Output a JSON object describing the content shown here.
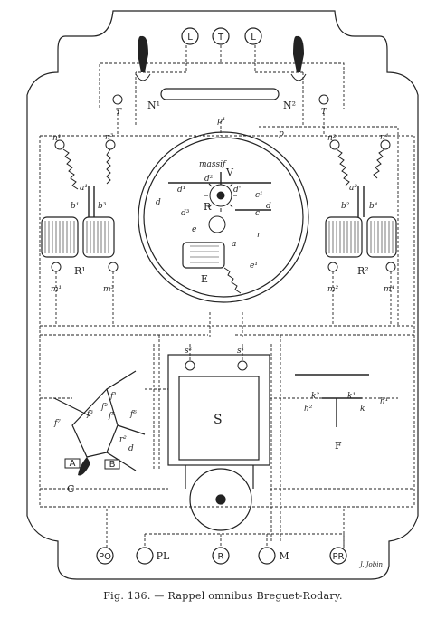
{
  "caption": "Fig. 136. — Rappel omnibus Breguet-Rodary.",
  "signature": "J. Jobin",
  "terminals_top": [
    "L",
    "T",
    "L"
  ],
  "terminals_bottom": [
    "PO",
    "PL",
    "R",
    "M",
    "PR"
  ],
  "labels": {
    "T_left": "T",
    "T_right": "T",
    "N1": "N¹",
    "N2": "N²",
    "n1": "n¹",
    "n3": "n³",
    "n2": "n²",
    "n4": "n⁴",
    "p1": "p¹",
    "p": "p",
    "a1": "a¹",
    "b1": "b¹",
    "b3": "b³",
    "a2": "a²",
    "b2": "b²",
    "b4": "b⁴",
    "R1": "R¹",
    "R2": "R²",
    "m1": "m¹",
    "m3": "m³",
    "m2": "m²",
    "m4": "m⁴",
    "massif": "massif",
    "V": "V",
    "d2": "d²",
    "d1": "d¹",
    "dprime": "d'",
    "c1": "c¹",
    "c": "c",
    "d_left": "d",
    "d_right": "d",
    "d3": "d³",
    "R_center": "R",
    "e": "e",
    "a": "a",
    "r": "r",
    "e1": "e¹",
    "E": "E",
    "S": "S",
    "s2": "s²",
    "s1": "s¹",
    "k2": "k²",
    "k1": "k¹",
    "h2": "h²",
    "h1": "h¹",
    "k": "k",
    "F": "F",
    "f7": "f⁷",
    "f3": "f³",
    "f1": "f¹",
    "f2": "f²",
    "f5": "f⁵",
    "f6": "f⁶",
    "r2": "r²",
    "d": "d",
    "A": "A",
    "B": "B",
    "C": "C"
  }
}
